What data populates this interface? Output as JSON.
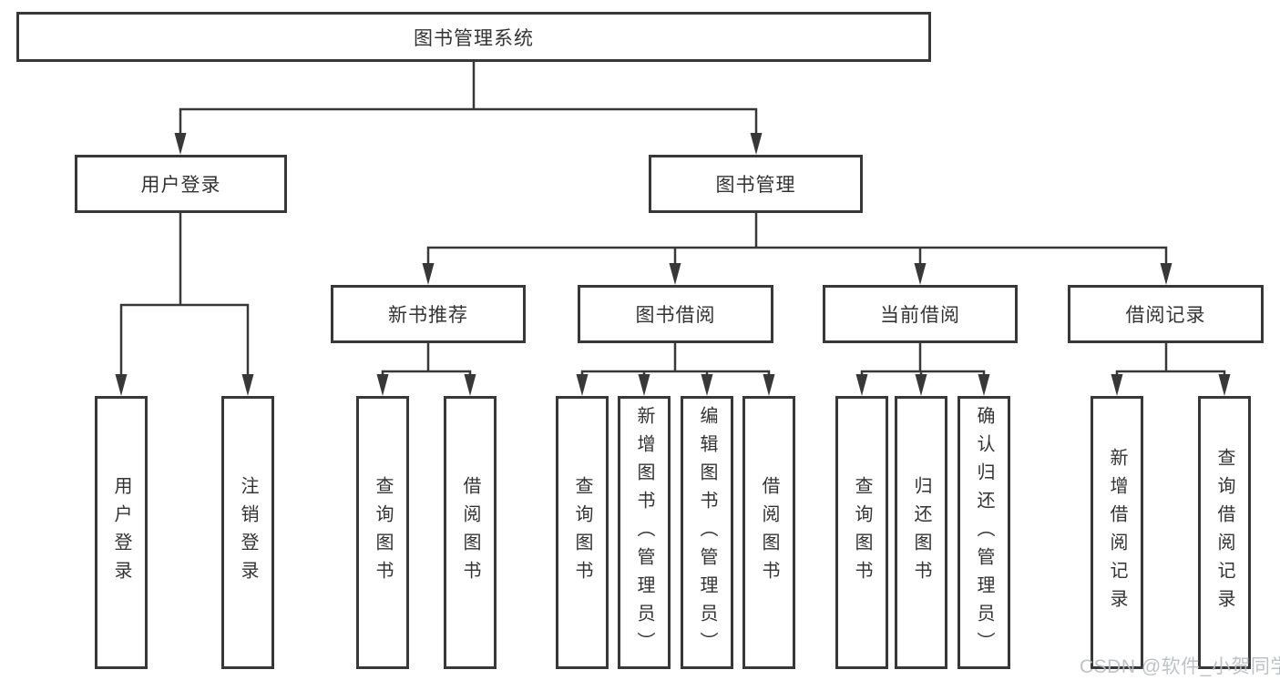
{
  "diagram": {
    "title": "图书管理系统",
    "nodes": {
      "root": "图书管理系统",
      "user_login_group": "用户登录",
      "book_management": "图书管理",
      "new_book_recommend": "新书推荐",
      "book_borrowing": "图书借阅",
      "current_borrowing": "当前借阅",
      "borrowing_records": "借阅记录",
      "ul_user_login": "用户登录",
      "ul_logout": "注销登录",
      "nbr_query_books": "查询图书",
      "nbr_borrow_books": "借阅图书",
      "bb_query_books": "查询图书",
      "bb_add_books": "新增图书（管理员）",
      "bb_edit_books": "编辑图书（管理员）",
      "bb_borrow_books": "借阅图书",
      "cb_query_books": "查询图书",
      "cb_return_books": "归还图书",
      "cb_confirm_return": "确认归还（管理员）",
      "br_add_record": "新增借阅记录",
      "br_query_record": "查询借阅记录"
    },
    "colors": {
      "line": "#383838",
      "box_border": "#383838",
      "text": "#333333",
      "background": "#ffffff",
      "watermark": "#b9bdc1"
    }
  },
  "watermark": {
    "text": "CSDN @软件_小贺同学"
  }
}
